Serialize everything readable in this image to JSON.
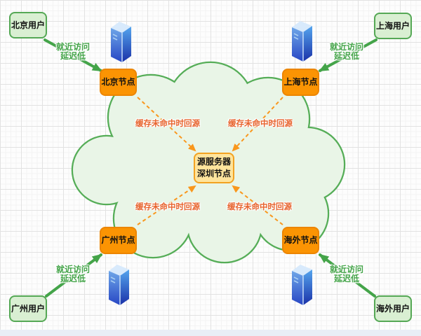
{
  "colors": {
    "user_box_fill": "#d9efd2",
    "user_box_border": "#55a855",
    "node_box_fill": "#fb9403",
    "node_box_border": "#ec8500",
    "origin_box_fill": "#ffe49c",
    "origin_box_border": "#f2a222",
    "cloud_fill": "#e9f5e7",
    "cloud_border": "#55ad57",
    "access_arrow_color": "#44a449",
    "origin_arrow_color": "#f9971d",
    "origin_label_color": "#e7632d",
    "server_blue": "#2b52cf"
  },
  "center_node": {
    "line1": "源服务器",
    "line2": "深圳节点"
  },
  "access_label": {
    "line1": "就近访问",
    "line2": "延迟低"
  },
  "origin_label": "缓存未命中时回源",
  "corners": {
    "top_left": {
      "user": "北京用户",
      "node": "北京节点"
    },
    "top_right": {
      "user": "上海用户",
      "node": "上海节点"
    },
    "bottom_left": {
      "user": "广州用户",
      "node": "广州节点"
    },
    "bottom_right": {
      "user": "海外用户",
      "node": "海外节点"
    }
  }
}
